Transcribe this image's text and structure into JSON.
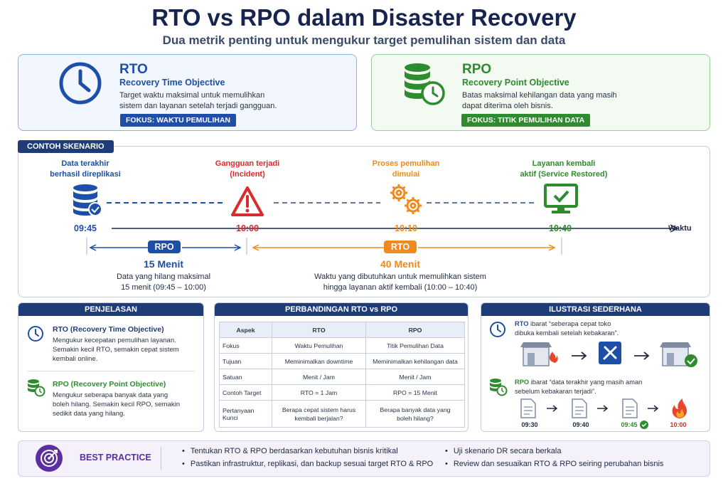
{
  "header": {
    "title": "RTO vs RPO dalam Disaster Recovery",
    "subtitle": "Dua metrik penting untuk mengukur target pemulihan sistem dan data"
  },
  "rto_card": {
    "abbr": "RTO",
    "full": "Recovery Time Objective",
    "desc_line1": "Target waktu maksimal untuk memulihkan",
    "desc_line2": "sistem dan layanan setelah terjadi gangguan.",
    "tag": "FOKUS: WAKTU PEMULIHAN",
    "icon": "clock-icon",
    "color": "#1e4fa8"
  },
  "rpo_card": {
    "abbr": "RPO",
    "full": "Recovery Point Objective",
    "desc_line1": "Batas maksimal kehilangan data yang masih",
    "desc_line2": "dapat diterima oleh bisnis.",
    "tag": "FOKUS: TITIK PEMULIHAN DATA",
    "icon": "database-clock-icon",
    "color": "#2e8b2e"
  },
  "scenario": {
    "label": "CONTOH SKENARIO",
    "events": [
      {
        "line1": "Data terakhir",
        "line2": "berhasil direplikasi",
        "time": "09:45",
        "icon": "database-check-icon",
        "color": "#1e4fa8"
      },
      {
        "line1": "Gangguan terjadi",
        "line2": "(Incident)",
        "time": "10:00",
        "icon": "warning-icon",
        "color": "#d92b2b"
      },
      {
        "line1": "Proses pemulihan",
        "line2": "dimulai",
        "time": "10:10",
        "icon": "gears-icon",
        "color": "#f08a1c"
      },
      {
        "line1": "Layanan kembali",
        "line2": "aktif (Service Restored)",
        "time": "10:40",
        "icon": "monitor-check-icon",
        "color": "#2e8b2e"
      }
    ],
    "axis_label": "Waktu",
    "rpo": {
      "pill": "RPO",
      "value": "15 Menit",
      "desc1": "Data yang hilang maksimal",
      "desc2": "15 menit (09:45 – 10:00)"
    },
    "rto": {
      "pill": "RTO",
      "value": "40 Menit",
      "desc1": "Waktu yang dibutuhkan untuk memulihkan sistem",
      "desc2": "hingga layanan aktif kembali (10:00 – 10:40)"
    }
  },
  "penjelasan": {
    "head": "PENJELASAN",
    "rto_title": "RTO (Recovery Time Objective)",
    "rto_desc": [
      "Mengukur kecepatan pemulihan layanan.",
      "Semakin kecil RTO, semakin cepat sistem",
      "kembali online."
    ],
    "rpo_title": "RPO (Recovery Point Objective)",
    "rpo_desc": [
      "Mengukur seberapa banyak data yang",
      "boleh hilang. Semakin kecil RPO, semakin",
      "sedikit data yang hilang."
    ]
  },
  "perbandingan": {
    "head": "PERBANDINGAN RTO vs RPO",
    "columns": [
      "Aspek",
      "RTO",
      "RPO"
    ],
    "rows": [
      [
        "Fokus",
        "Waktu Pemulihan",
        "Titik Pemulihan Data"
      ],
      [
        "Tujuan",
        "Meminimalkan downtime",
        "Meminimalkan kehilangan data"
      ],
      [
        "Satuan",
        "Menit / Jam",
        "Menit / Jam"
      ],
      [
        "Contoh Target",
        "RTO = 1 Jam",
        "RPO = 15 Menit"
      ]
    ],
    "last_row": {
      "aspek": "Pertanyaan Kunci",
      "rto1": "Berapa cepat sistem harus",
      "rto2": "kembali berjalan?",
      "rpo1": "Berapa banyak data yang",
      "rpo2": "boleh hilang?"
    }
  },
  "ilustrasi": {
    "head": "ILUSTRASI SEDERHANA",
    "rto_label": "RTO",
    "rto_text1": " ibarat “seberapa cepat toko",
    "rto_text2": "dibuka kembali setelah kebakaran”.",
    "rpo_label": "RPO",
    "rpo_text1": " ibarat “data terakhir yang masih aman",
    "rpo_text2": "sebelum kebakaran terjadi”.",
    "times": [
      "09:30",
      "09:40",
      "09:45",
      "10:00"
    ]
  },
  "best_practice": {
    "label": "BEST PRACTICE",
    "items": [
      "Tentukan RTO & RPO berdasarkan kebutuhan bisnis kritikal",
      "Pastikan infrastruktur, replikasi, dan backup sesuai target RTO & RPO",
      "Uji skenario DR secara berkala",
      "Review dan sesuaikan RTO & RPO seiring perubahan bisnis"
    ]
  }
}
